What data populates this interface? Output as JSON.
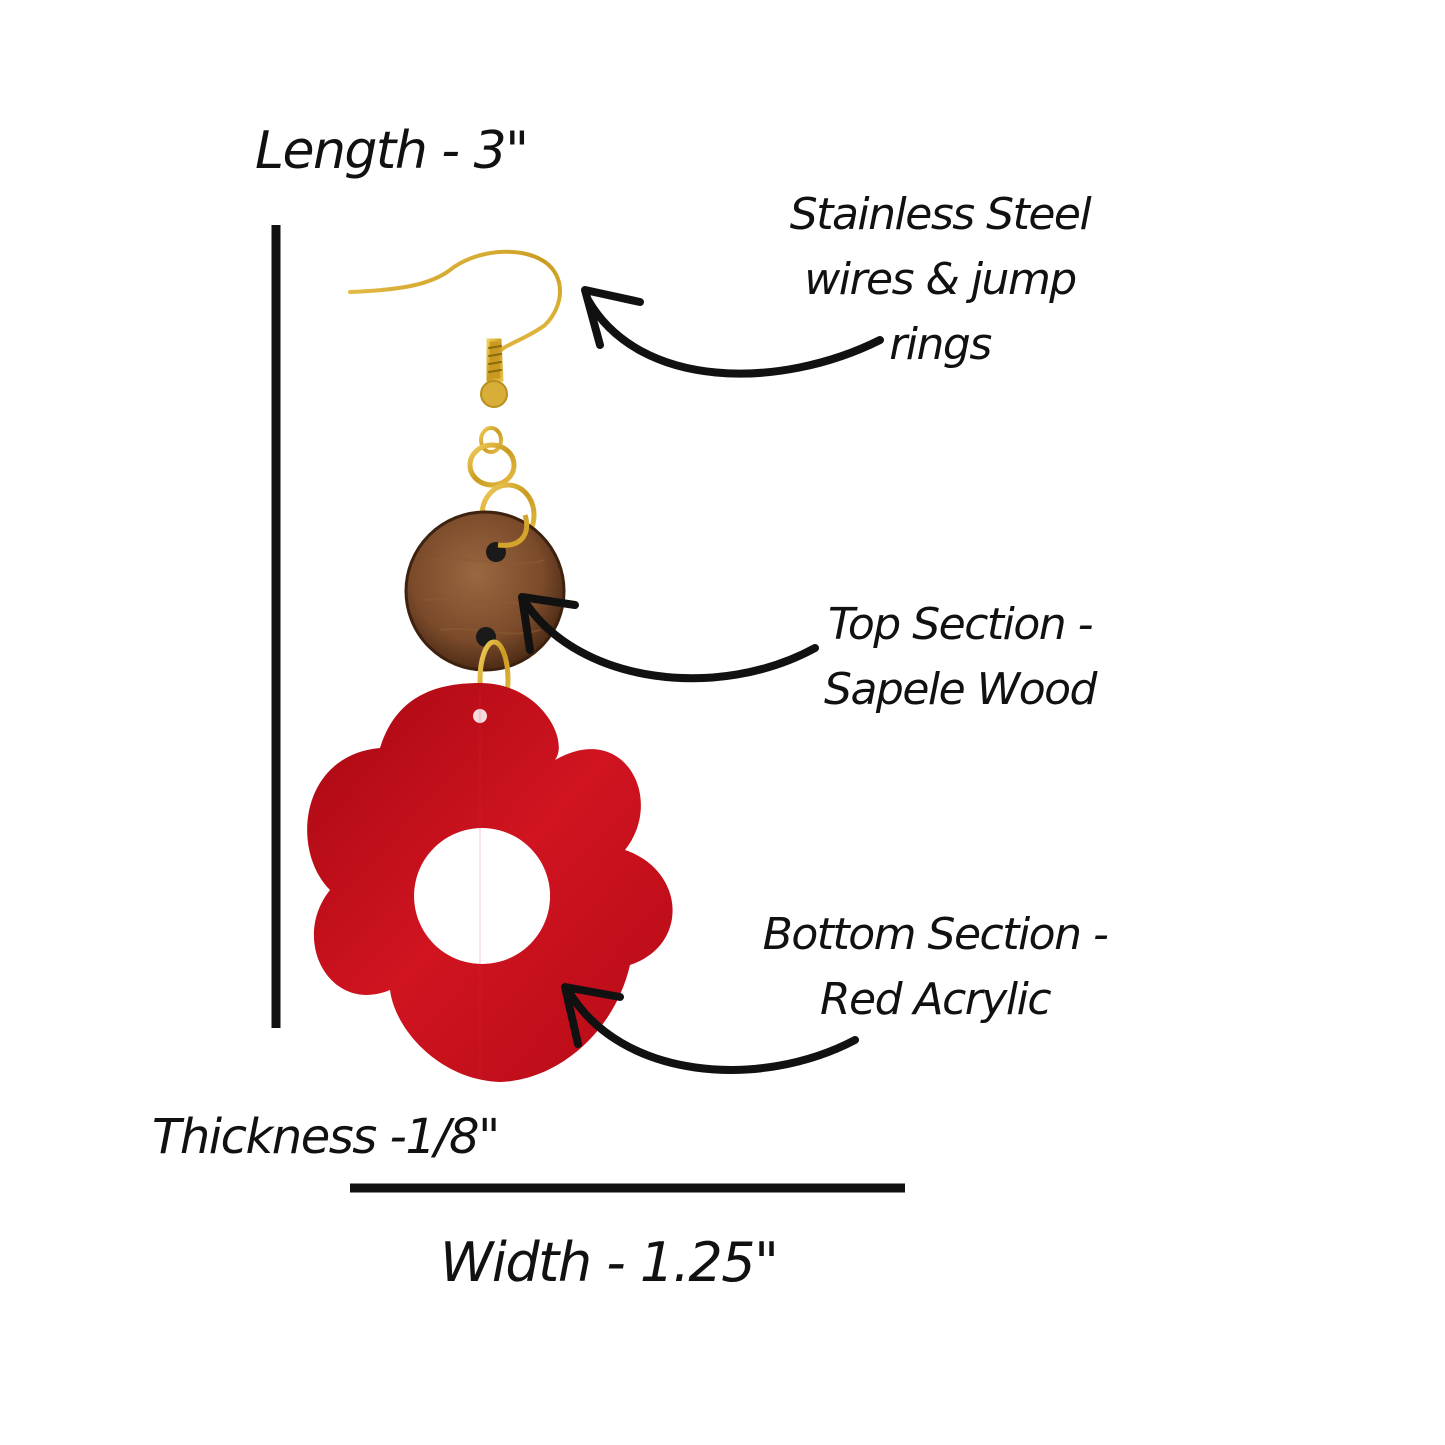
{
  "labels": {
    "length": "Length - 3\"",
    "thickness": "Thickness -1/8\"",
    "width": "Width - 1.25\""
  },
  "callouts": {
    "hardware": [
      "Stainless Steel",
      "wires & jump",
      "rings"
    ],
    "top_section": [
      "Top Section -",
      "Sapele Wood"
    ],
    "bottom_section": [
      "Bottom Section -",
      "Red Acrylic"
    ]
  },
  "colors": {
    "ink": "#111111",
    "gold": "#d4a52c",
    "wood": "#7a4a2a",
    "acrylic_red": "#c0101a",
    "background": "#ffffff"
  },
  "icons": {
    "hook": "ear-wire-hook",
    "wood": "wood-disc",
    "flower": "flower-charm"
  }
}
